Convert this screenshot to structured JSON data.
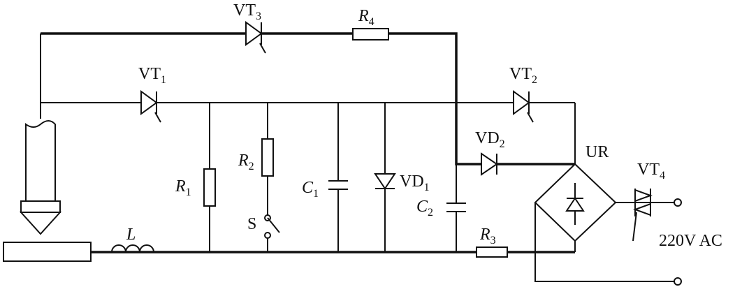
{
  "diagram": {
    "labels": {
      "vt3": {
        "main": "VT",
        "sub": "3"
      },
      "r4": {
        "main": "R",
        "sub": "4"
      },
      "vt1": {
        "main": "VT",
        "sub": "1"
      },
      "vt2": {
        "main": "VT",
        "sub": "2"
      },
      "vd2": {
        "main": "VD",
        "sub": "2"
      },
      "ur": "UR",
      "vt4": {
        "main": "VT",
        "sub": "4"
      },
      "r2": {
        "main": "R",
        "sub": "2"
      },
      "r1": {
        "main": "R",
        "sub": "1"
      },
      "c1": {
        "main": "C",
        "sub": "1"
      },
      "vd1": {
        "main": "VD",
        "sub": "1"
      },
      "c2": {
        "main": "C",
        "sub": "2"
      },
      "s": "S",
      "l": "L",
      "r3": {
        "main": "R",
        "sub": "3"
      },
      "ac": "220V AC"
    }
  }
}
